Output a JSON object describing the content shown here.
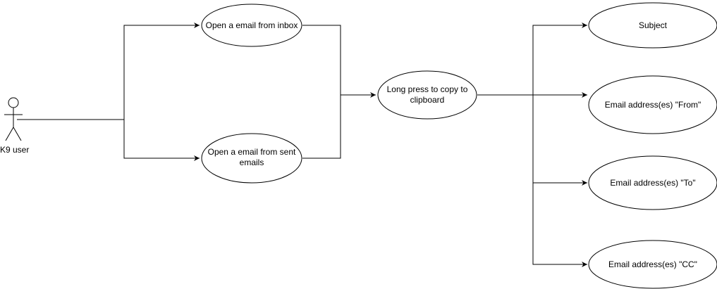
{
  "actor": {
    "label": "K9 user"
  },
  "use_cases": {
    "open_inbox": "Open a email from inbox",
    "open_sent": "Open a email from sent emails",
    "long_press": "Long press to copy to clipboard",
    "subject": "Subject",
    "from": "Email address(es) \"From\"",
    "to": "Email address(es) \"To\"",
    "cc": "Email address(es) \"CC\""
  },
  "style": {
    "stroke": "#000000",
    "fill": "#ffffff"
  }
}
